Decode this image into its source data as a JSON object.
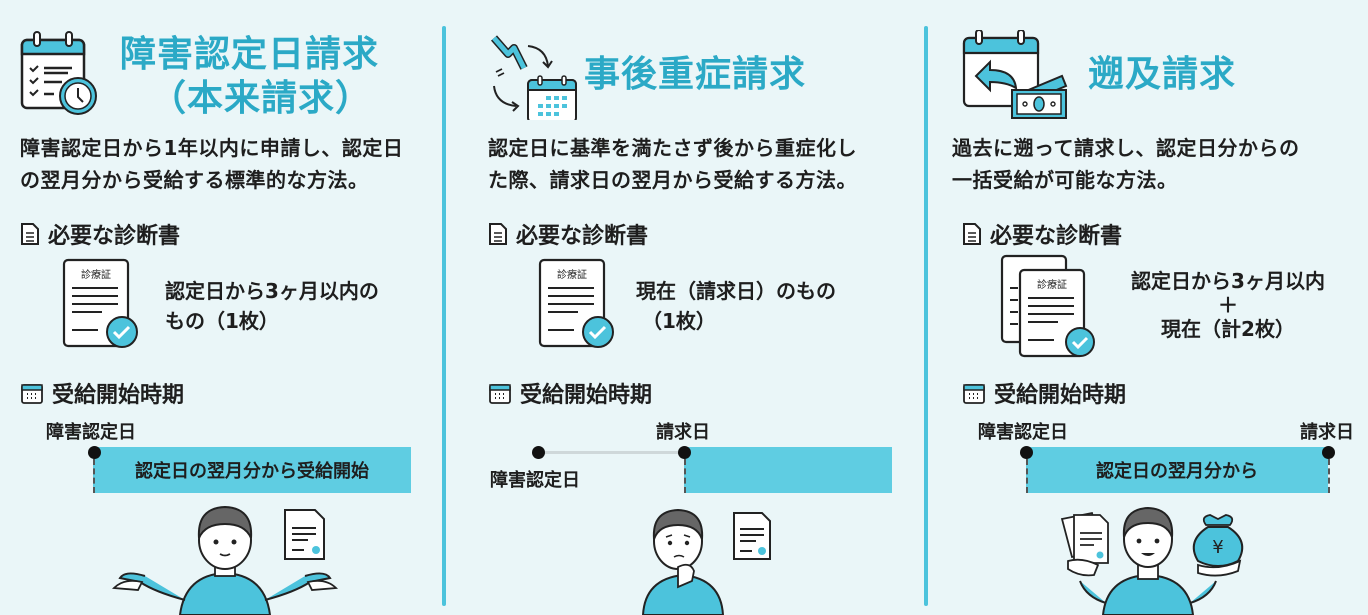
{
  "colors": {
    "background": "#eaf6f8",
    "accent": "#2ba9c6",
    "bar": "#5fcde2",
    "divider": "#4cc3dc",
    "text": "#1e1e1e"
  },
  "columns": [
    {
      "icon": "calendar-clock-icon",
      "title_line1": "障害認定日請求",
      "title_line2": "（本来請求）",
      "description_line1": "障害認定日から1年以内に申請し、認定日",
      "description_line2": "の翌月分から受給する標準的な方法。",
      "section_documents": "必要な診断書",
      "document_label": "診療証",
      "document_text_line1": "認定日から3ヶ月以内の",
      "document_text_line2": "もの（1枚）",
      "section_timing": "受給開始時期",
      "timeline": {
        "start_label": "障害認定日",
        "bar_text": "認定日の翌月分から受給開始"
      },
      "illustration": "person-shrugging-with-document"
    },
    {
      "icon": "worsening-calendar-icon",
      "title_line1": "事後重症請求",
      "description_line1": "認定日に基準を満たさず後から重症化し",
      "description_line2": "た際、請求日の翌月から受給する方法。",
      "section_documents": "必要な診断書",
      "document_label": "診療証",
      "document_text_line1": "現在（請求日）のもの",
      "document_text_line2": "（1枚）",
      "section_timing": "受給開始時期",
      "timeline": {
        "start_label": "障害認定日",
        "claim_label": "請求日",
        "bar_text": ""
      },
      "illustration": "person-thinking-with-document"
    },
    {
      "icon": "calendar-back-money-icon",
      "title_line1": "遡及請求",
      "description_line1": "過去に遡って請求し、認定日分からの",
      "description_line2": "一括受給が可能な方法。",
      "section_documents": "必要な診断書",
      "document_label": "診療証",
      "document_text_line1": "認定日から3ヶ月以内",
      "document_text_plus": "＋",
      "document_text_line2": "現在（計2枚）",
      "section_timing": "受給開始時期",
      "timeline": {
        "start_label": "障害認定日",
        "claim_label": "請求日",
        "bar_text": "認定日の翌月分から"
      },
      "illustration": "person-with-documents-and-money-bag",
      "money_symbol": "¥"
    }
  ]
}
